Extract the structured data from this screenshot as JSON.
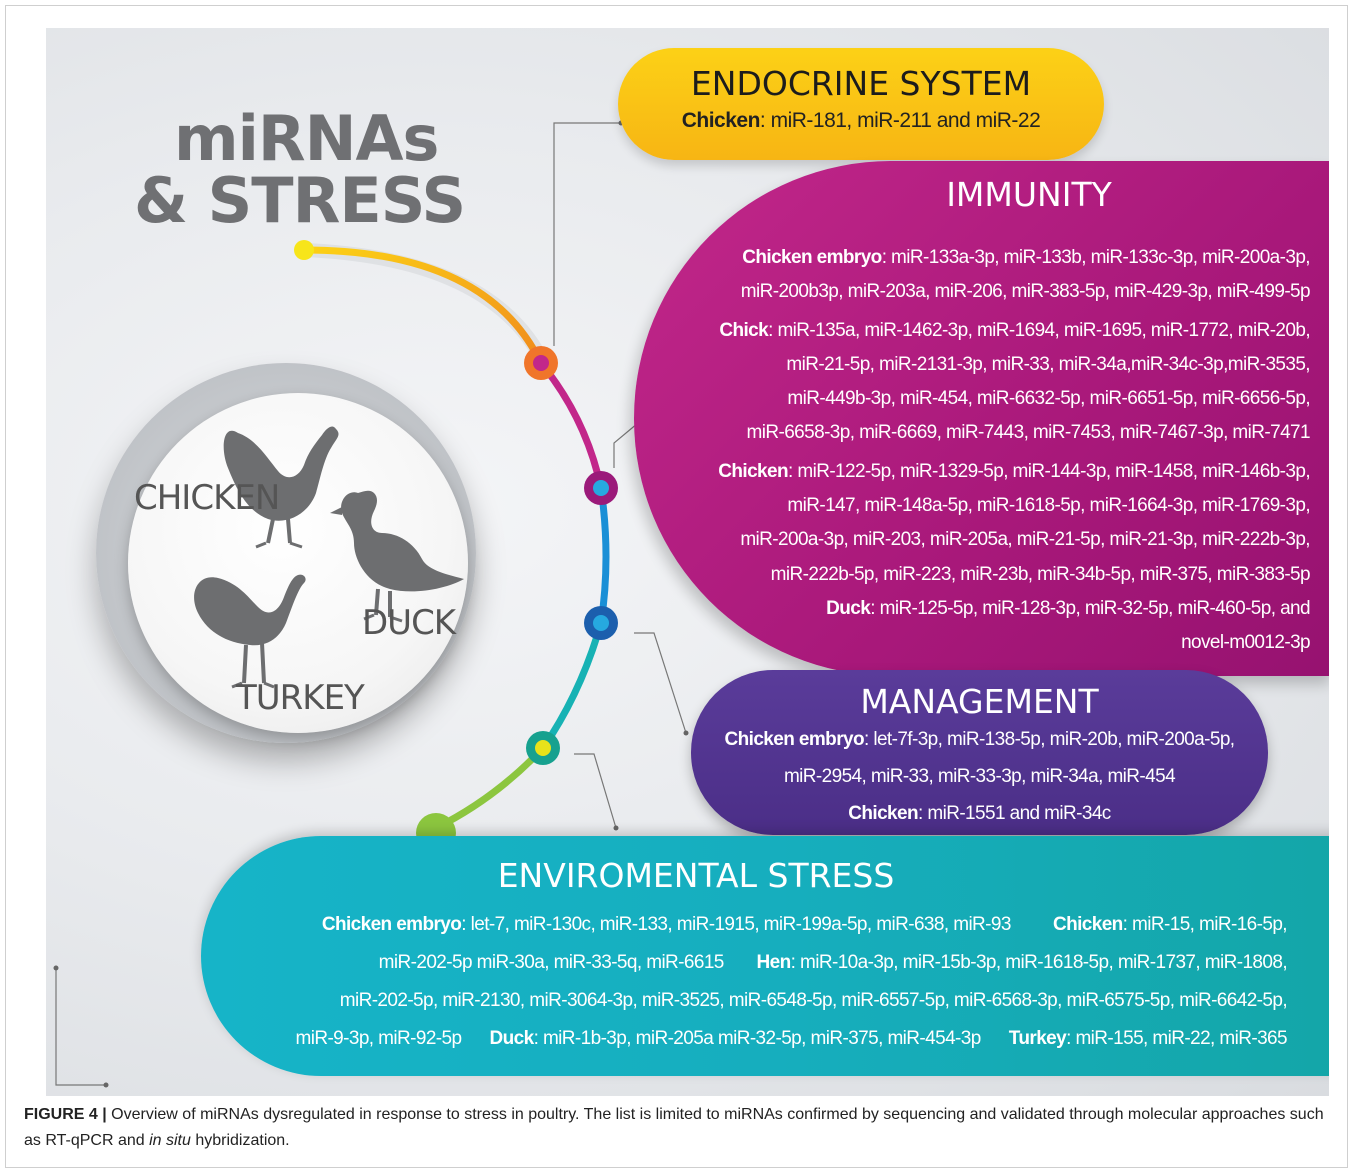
{
  "title": {
    "line1": "miRNAs",
    "line2": "& STRESS"
  },
  "birds": {
    "chicken": "CHICKEN",
    "duck": "DUCK",
    "turkey": "TURKEY"
  },
  "endocrine": {
    "heading": "ENDOCRINE SYSTEM",
    "label": "Chicken",
    "text": ": miR-181, miR-211 and miR-22"
  },
  "immunity": {
    "heading": "IMMUNITY",
    "groups": [
      {
        "label": "Chicken embryo",
        "lines": [
          ": miR-133a-3p, miR-133b, miR-133c-3p, miR-200a-3p,",
          "miR-200b3p, miR-203a, miR-206, miR-383-5p, miR-429-3p, miR-499-5p"
        ]
      },
      {
        "label": "Chick",
        "lines": [
          ": miR-135a, miR-1462-3p, miR-1694, miR-1695, miR-1772, miR-20b,",
          "miR-21-5p, miR-2131-3p, miR-33, miR-34a,miR-34c-3p,miR-3535,",
          "miR-449b-3p, miR-454, miR-6632-5p, miR-6651-5p, miR-6656-5p,",
          "miR-6658-3p, miR-6669, miR-7443, miR-7453, miR-7467-3p, miR-7471"
        ]
      },
      {
        "label": "Chicken",
        "lines": [
          ": miR-122-5p, miR-1329-5p, miR-144-3p, miR-1458, miR-146b-3p,",
          "miR-147, miR-148a-5p, miR-1618-5p, miR-1664-3p, miR-1769-3p,",
          "miR-200a-3p, miR-203, miR-205a, miR-21-5p, miR-21-3p, miR-222b-3p,",
          "miR-222b-5p, miR-223, miR-23b, miR-34b-5p, miR-375, miR-383-5p"
        ]
      },
      {
        "label": "Duck",
        "lines": [
          ": miR-125-5p, miR-128-3p, miR-32-5p, miR-460-5p, and",
          "novel-m0012-3p"
        ]
      }
    ]
  },
  "management": {
    "heading": "MANAGEMENT",
    "embryo_label": "Chicken embryo",
    "embryo_line1": ": let-7f-3p, miR-138-5p, miR-20b, miR-200a-5p,",
    "embryo_line2": "miR-2954, miR-33, miR-33-3p, miR-34a, miR-454",
    "chicken_label": "Chicken",
    "chicken_text": ": miR-1551 and miR-34c"
  },
  "environmental": {
    "heading": "ENVIROMENTAL STRESS",
    "l1_label1": "Chicken embryo",
    "l1_text1": ": let-7, miR-130c, miR-133, miR-1915, miR-199a-5p, miR-638, miR-93",
    "l1_label2": "Chicken",
    "l1_text2": ": miR-15, miR-16-5p,",
    "l2_text1": "miR-202-5p miR-30a, miR-33-5q, miR-6615",
    "l2_label2": "Hen",
    "l2_text2": ": miR-10a-3p, miR-15b-3p, miR-1618-5p, miR-1737, miR-1808,",
    "l3_text": "miR-202-5p, miR-2130, miR-3064-3p, miR-3525, miR-6548-5p, miR-6557-5p, miR-6568-3p, miR-6575-5p, miR-6642-5p,",
    "l4_text1": "miR-9-3p, miR-92-5p",
    "l4_label2": "Duck",
    "l4_text2": ": miR-1b-3p, miR-205a miR-32-5p, miR-375, miR-454-3p",
    "l4_label3": "Turkey",
    "l4_text3": ": miR-155, miR-22, miR-365"
  },
  "caption": {
    "figure": "FIGURE 4 |",
    "text1": " Overview of miRNAs dysregulated in response to stress in poultry. The list is limited to miRNAs confirmed by sequencing and validated through molecular approaches such as RT-qPCR and ",
    "italic": "in situ",
    "text2": " hybridization."
  },
  "colors": {
    "endocrine": "#fcd116",
    "immunity": "#b01f80",
    "management": "#4f3290",
    "environmental": "#16b0c0",
    "title": "#6f7073"
  }
}
